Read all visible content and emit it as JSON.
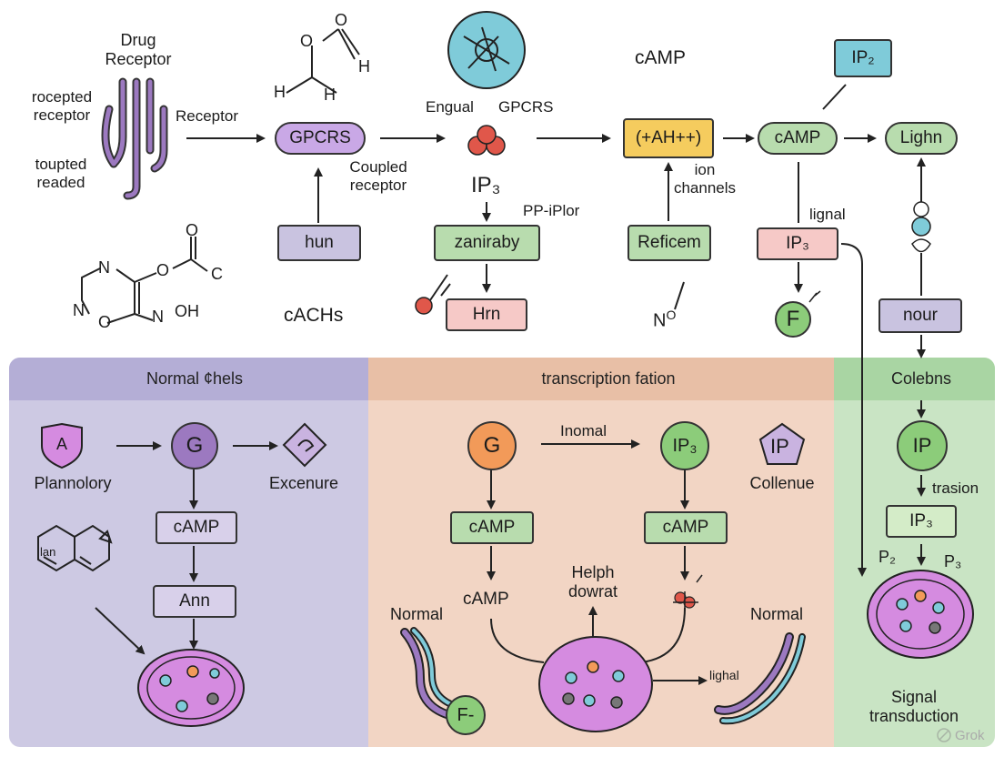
{
  "top": {
    "drug_receptor": "Drug\nReceptor",
    "rocepted_receptor": "rocepted\nreceptor",
    "toupted_readed": "toupted\nreaded",
    "receptor_label": "Receptor",
    "gpcrs_pill": "GPCRS",
    "coupled_receptor": "Coupled\nreceptor",
    "hun_box": "hun",
    "cachs": "cACHs",
    "engual": "Engual",
    "gpcrs_label": "GPCRS",
    "ip3_label": "IP₃",
    "pp_iplor": "PP-iPlor",
    "zaniraby_box": "zaniraby",
    "hrn_box": "Hrn",
    "camp_title": "cAMP",
    "ah_box": "(+AH++)",
    "ion_channels": "ion\nchannels",
    "reficem_box": "Reficem",
    "no_label": "N",
    "no_sup": "O",
    "camp_pill": "cAMP",
    "lignal_label": "lignal",
    "ip3_box": "IP₃",
    "f_circle": "F",
    "ip2_box": "IP₂",
    "lighn_pill": "Lighn",
    "nour_box": "nour",
    "mol1_o1": "O",
    "mol1_o2": "O",
    "mol1_h1": "H",
    "mol1_h2": "H",
    "mol1_h3": "H",
    "mol2_n": "N",
    "mol2_o": "O",
    "mol2_c": "C",
    "mol2_o2": "O",
    "mol2_n2": "N",
    "mol2_o3": "O",
    "mol2_noh": "N",
    "mol2_oh": "OH"
  },
  "panel_left": {
    "title": "Normal ¢hels",
    "planology": "Plannolory",
    "shield_letter": "A",
    "g_circle": "G",
    "excenure": "Excenure",
    "camp_box": "cAMP",
    "ann_box": "Ann",
    "ring_label": "lan"
  },
  "panel_mid": {
    "title": "transcription fation",
    "g_circle": "G",
    "inomal": "Inomal",
    "ip3_circle": "IP₃",
    "ip_pent": "IP",
    "collenue": "Collenue",
    "camp_box1": "cAMP",
    "camp_box2": "cAMP",
    "camp_plain": "cAMP",
    "helph_dowrat": "Helph\ndowrat",
    "normal_left": "Normal",
    "normal_right": "Normal",
    "lighal": "lighal",
    "f_circle": "F-"
  },
  "panel_right": {
    "title": "Colebns",
    "ip_circle": "IP",
    "trasion": "trasion",
    "ip3_box": "IP₃",
    "p2": "P₂",
    "p3": "P₃",
    "signal_transduction": "Signal\ntransduction"
  },
  "watermark": "Grok",
  "colors": {
    "panel_left_bg": "#cdc9e3",
    "panel_left_header": "#b4aed6",
    "panel_mid_bg": "#f2d5c4",
    "panel_mid_header": "#e8bfa6",
    "panel_right_bg": "#c9e4c4",
    "panel_right_header": "#a9d5a3",
    "purple": "#c9b3e0",
    "green": "#b8dcae",
    "pink": "#f6c9c7",
    "yellow": "#f5cc5e",
    "teal": "#7fcbd9",
    "red": "#e0574a",
    "nucleus": "#d58be0"
  }
}
